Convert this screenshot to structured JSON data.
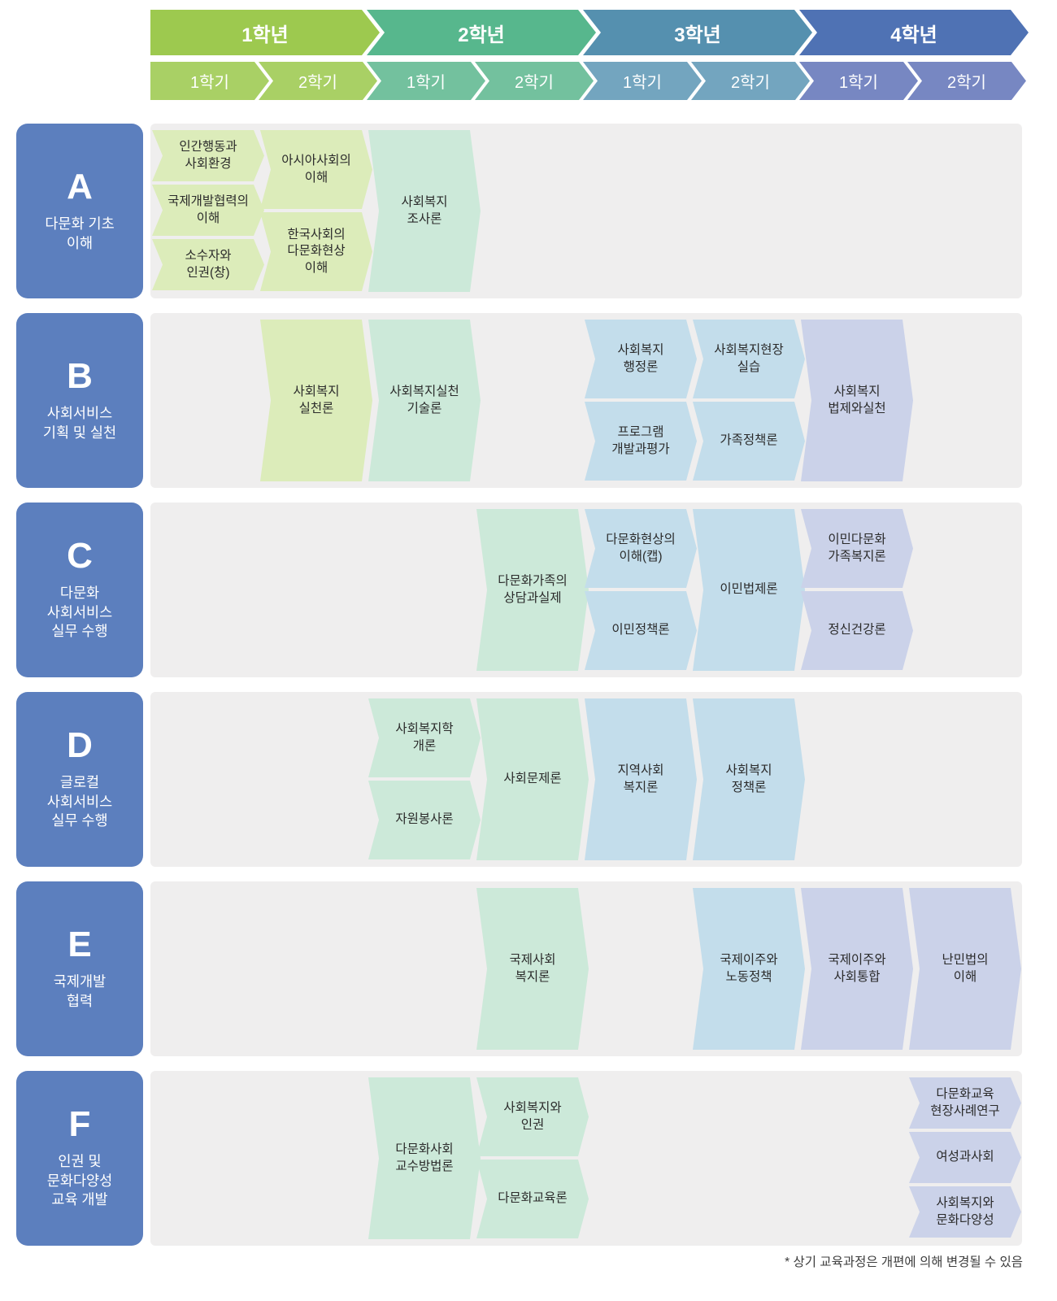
{
  "header": {
    "years": [
      {
        "label": "1학년",
        "color": "#9dc94f",
        "sem_color": "#a9d065",
        "semesters": [
          "1학기",
          "2학기"
        ]
      },
      {
        "label": "2학년",
        "color": "#57b78d",
        "sem_color": "#73c19e",
        "semesters": [
          "1학기",
          "2학기"
        ]
      },
      {
        "label": "3학년",
        "color": "#5590af",
        "sem_color": "#73a5bf",
        "semesters": [
          "1학기",
          "2학기"
        ]
      },
      {
        "label": "4학년",
        "color": "#4f72b4",
        "sem_color": "#7787c2",
        "semesters": [
          "1학기",
          "2학기"
        ]
      }
    ]
  },
  "palette": {
    "band_bg": "#efeeee",
    "label_bg": "#5c7fbe",
    "cell_colors": [
      "#dcecba",
      "#cce9d9",
      "#c3ddeb",
      "#cbd2e9"
    ]
  },
  "rows": [
    {
      "letter": "A",
      "title": "다문화 기초\n이해",
      "columns": [
        {
          "col": 1,
          "cells": [
            "인간행동과\n사회환경",
            "국제개발협력의\n이해",
            "소수자와\n인권(창)"
          ]
        },
        {
          "col": 2,
          "cells": [
            "아시아사회의\n이해",
            "한국사회의\n다문화현상\n이해"
          ]
        },
        {
          "col": 3,
          "cells": [
            "사회복지\n조사론"
          ]
        }
      ]
    },
    {
      "letter": "B",
      "title": "사회서비스\n기획 및 실천",
      "columns": [
        {
          "col": 2,
          "cells": [
            "사회복지\n실천론"
          ]
        },
        {
          "col": 3,
          "cells": [
            "사회복지실천\n기술론"
          ]
        },
        {
          "col": 5,
          "cells": [
            "사회복지\n행정론",
            "프로그램\n개발과평가"
          ]
        },
        {
          "col": 6,
          "cells": [
            "사회복지현장\n실습",
            "가족정책론"
          ]
        },
        {
          "col": 7,
          "cells": [
            "사회복지\n법제와실천"
          ]
        }
      ]
    },
    {
      "letter": "C",
      "title": "다문화\n사회서비스\n실무 수행",
      "columns": [
        {
          "col": 4,
          "cells": [
            "다문화가족의\n상담과실제"
          ]
        },
        {
          "col": 5,
          "cells": [
            "다문화현상의\n이해(캡)",
            "이민정책론"
          ]
        },
        {
          "col": 6,
          "cells": [
            "이민법제론"
          ]
        },
        {
          "col": 7,
          "cells": [
            "이민다문화\n가족복지론",
            "정신건강론"
          ]
        }
      ]
    },
    {
      "letter": "D",
      "title": "글로컬\n사회서비스\n실무 수행",
      "columns": [
        {
          "col": 3,
          "cells": [
            "사회복지학\n개론",
            "자원봉사론"
          ]
        },
        {
          "col": 4,
          "cells": [
            "사회문제론"
          ]
        },
        {
          "col": 5,
          "cells": [
            "지역사회\n복지론"
          ]
        },
        {
          "col": 6,
          "cells": [
            "사회복지\n정책론"
          ]
        }
      ]
    },
    {
      "letter": "E",
      "title": "국제개발\n협력",
      "columns": [
        {
          "col": 4,
          "cells": [
            "국제사회\n복지론"
          ]
        },
        {
          "col": 6,
          "cells": [
            "국제이주와\n노동정책"
          ]
        },
        {
          "col": 7,
          "cells": [
            "국제이주와\n사회통합"
          ]
        },
        {
          "col": 8,
          "cells": [
            "난민법의\n이해"
          ]
        }
      ]
    },
    {
      "letter": "F",
      "title": "인권 및\n문화다양성\n교육 개발",
      "columns": [
        {
          "col": 3,
          "cells": [
            "다문화사회\n교수방법론"
          ]
        },
        {
          "col": 4,
          "cells": [
            "사회복지와\n인권",
            "다문화교육론"
          ]
        },
        {
          "col": 8,
          "cells": [
            "다문화교육\n현장사례연구",
            "여성과사회",
            "사회복지와\n문화다양성"
          ]
        }
      ]
    }
  ],
  "footnote": "* 상기 교육과정은 개편에 의해 변경될 수 있음"
}
